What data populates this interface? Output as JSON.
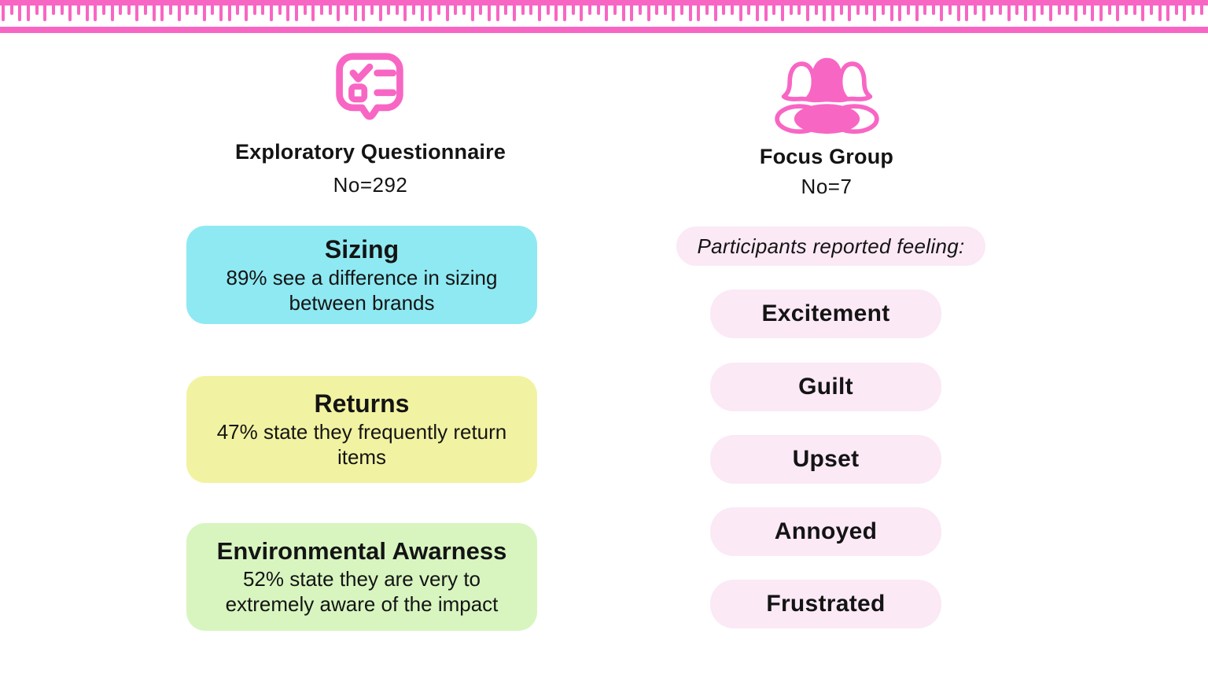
{
  "colors": {
    "accent_pink": "#F866C4",
    "light_pink": "#FBE9F6",
    "card_cyan": "#8FE9F2",
    "card_yellow": "#F2F3A2",
    "card_green": "#D8F5C0",
    "text": "#141414"
  },
  "decoration": {
    "name": "pink-ruler",
    "tick_pattern": "LSLLSLSS"
  },
  "left_column": {
    "icon": "questionnaire-checklist-icon",
    "title": "Exploratory Questionnaire",
    "subtitle": "No=292",
    "cards": [
      {
        "title": "Sizing",
        "body": "89% see a difference in sizing between brands",
        "color": "#8FE9F2"
      },
      {
        "title": "Returns",
        "body": "47% state they frequently return items",
        "color": "#F2F3A2"
      },
      {
        "title": "Environmental Awarness",
        "body": "52% state they are very to extremely aware of the impact",
        "color": "#D8F5C0"
      }
    ]
  },
  "right_column": {
    "icon": "focus-group-people-icon",
    "title": "Focus Group",
    "subtitle": "No=7",
    "caption": "Participants reported feeling:",
    "feelings": [
      "Excitement",
      "Guilt",
      "Upset",
      "Annoyed",
      "Frustrated"
    ]
  }
}
